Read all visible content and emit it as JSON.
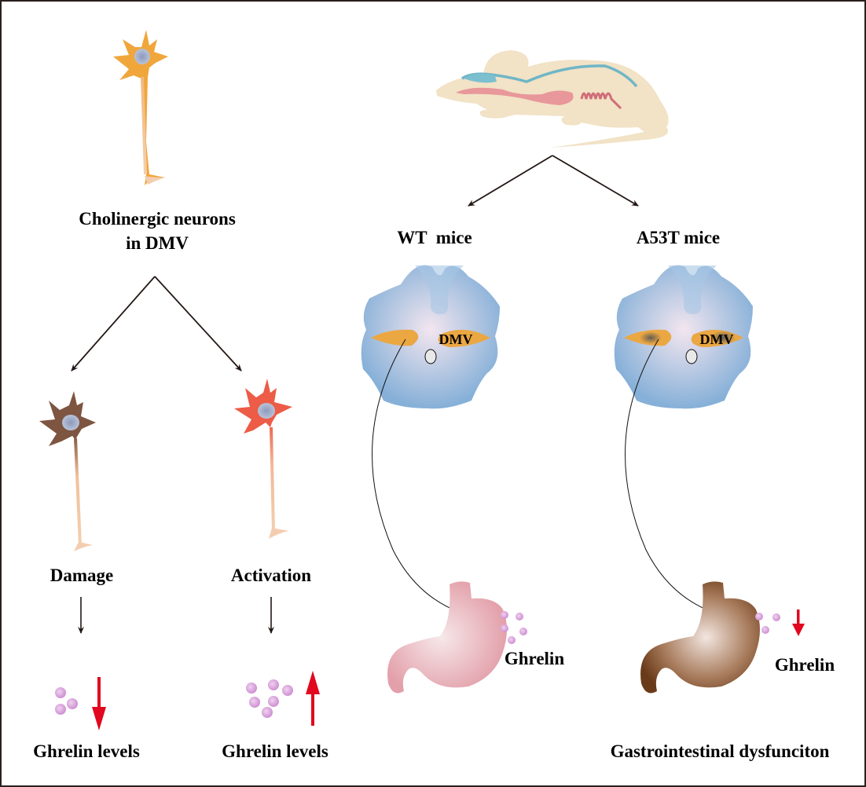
{
  "left_panel": {
    "top_neuron_label_line1": "Cholinergic neurons",
    "top_neuron_label_line2": "in DMV",
    "branches": [
      {
        "label": "Damage",
        "result": "Ghrelin levels",
        "direction": "down"
      },
      {
        "label": "Activation",
        "result": "Ghrelin levels",
        "direction": "up"
      }
    ]
  },
  "right_panel": {
    "groups": [
      {
        "label": "WT  mice",
        "nucleus_label": "DMV",
        "stomach_label": "Ghrelin"
      },
      {
        "label": "A53T mice",
        "nucleus_label": "DMV",
        "stomach_label": "Ghrelin",
        "direction": "down"
      }
    ],
    "conclusion": "Gastrointestinal dysfunciton"
  },
  "colors": {
    "arrow_red": "#e1081f",
    "ghrelin_particle": "#d9a3dc",
    "neuron_orange": "#f0a33a",
    "neuron_brown": "#7a5038",
    "neuron_red": "#ec5a44",
    "brainstem_blue": "#8fb6dc",
    "dmv_orange": "#eba742",
    "stomach_pink": "#eab5bb",
    "stomach_brown": "#8a5a36"
  }
}
